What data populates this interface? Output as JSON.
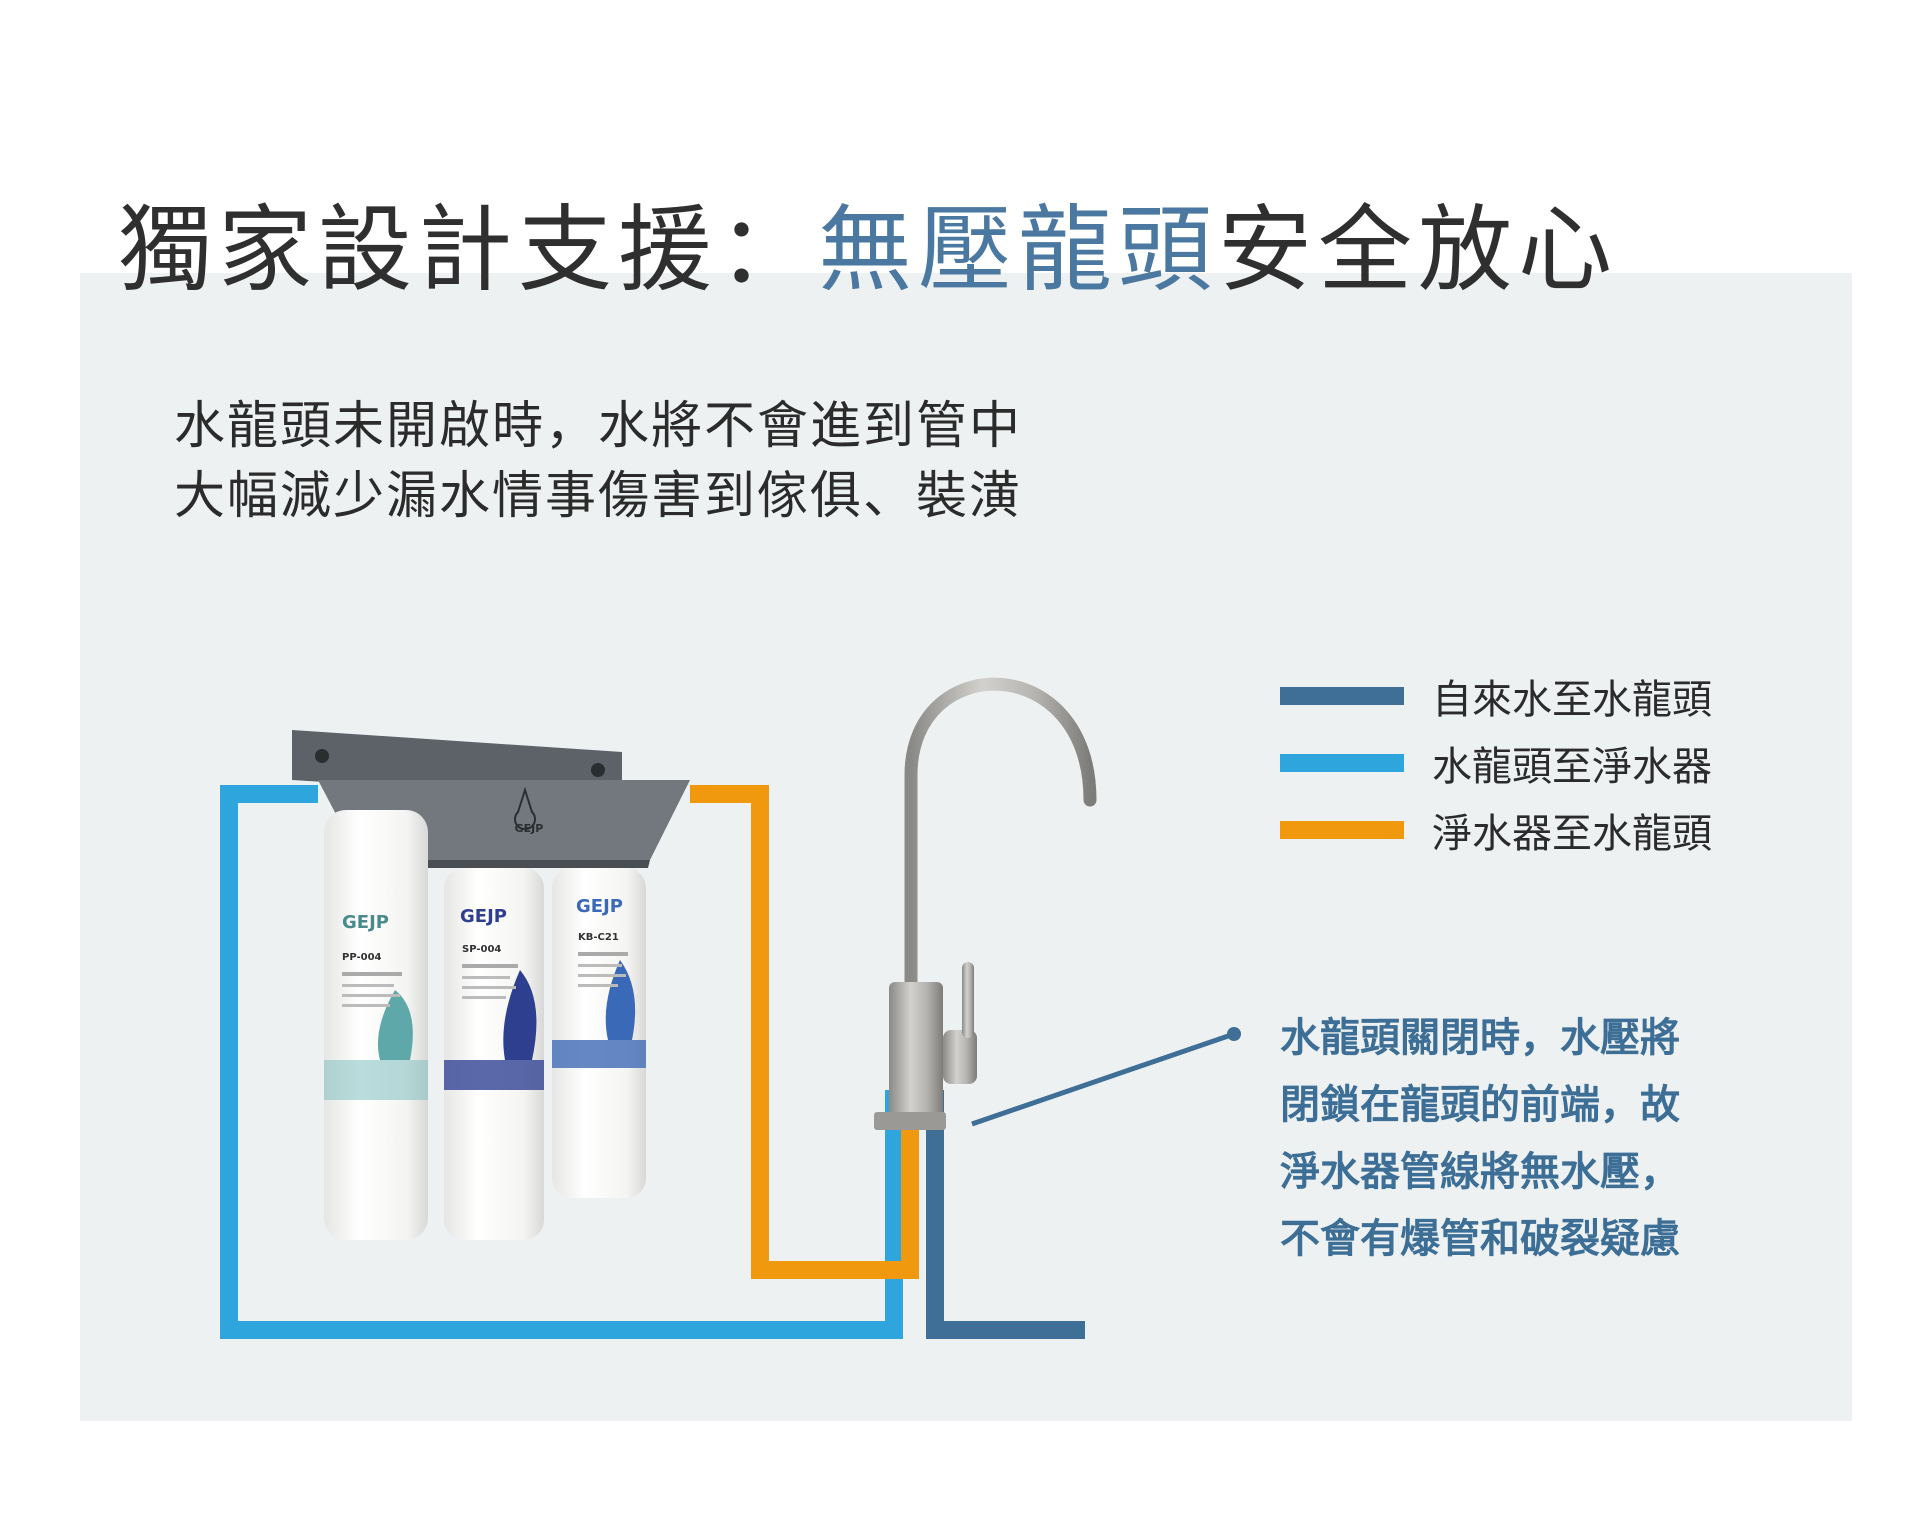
{
  "title": {
    "prefix": "獨家設計支援：",
    "highlight": "無壓龍頭",
    "suffix": "安全放心"
  },
  "intro": {
    "line1": "水龍頭未開啟時，水將不會進到管中",
    "line2": "大幅減少漏水情事傷害到傢俱、裝潢"
  },
  "legend": [
    {
      "label": "自來水至水龍頭",
      "color": "#3f6f96"
    },
    {
      "label": "水龍頭至淨水器",
      "color": "#2fa5de"
    },
    {
      "label": "淨水器至水龍頭",
      "color": "#f0990f"
    }
  ],
  "note": {
    "line1": "水龍頭關閉時，水壓將",
    "line2": "閉鎖在龍頭的前端，故",
    "line3": "淨水器管線將無水壓，",
    "line4": "不會有爆管和破裂疑慮"
  },
  "product": {
    "brand": "GEJP",
    "cartridges": [
      {
        "brand": "GEJP",
        "model": "PP-004",
        "color": "#4a9a9e"
      },
      {
        "brand": "GEJP",
        "model": "SP-004",
        "color": "#2d3f8e"
      },
      {
        "brand": "GEJP",
        "model": "KB-C21",
        "color": "#3a69b8"
      }
    ]
  }
}
